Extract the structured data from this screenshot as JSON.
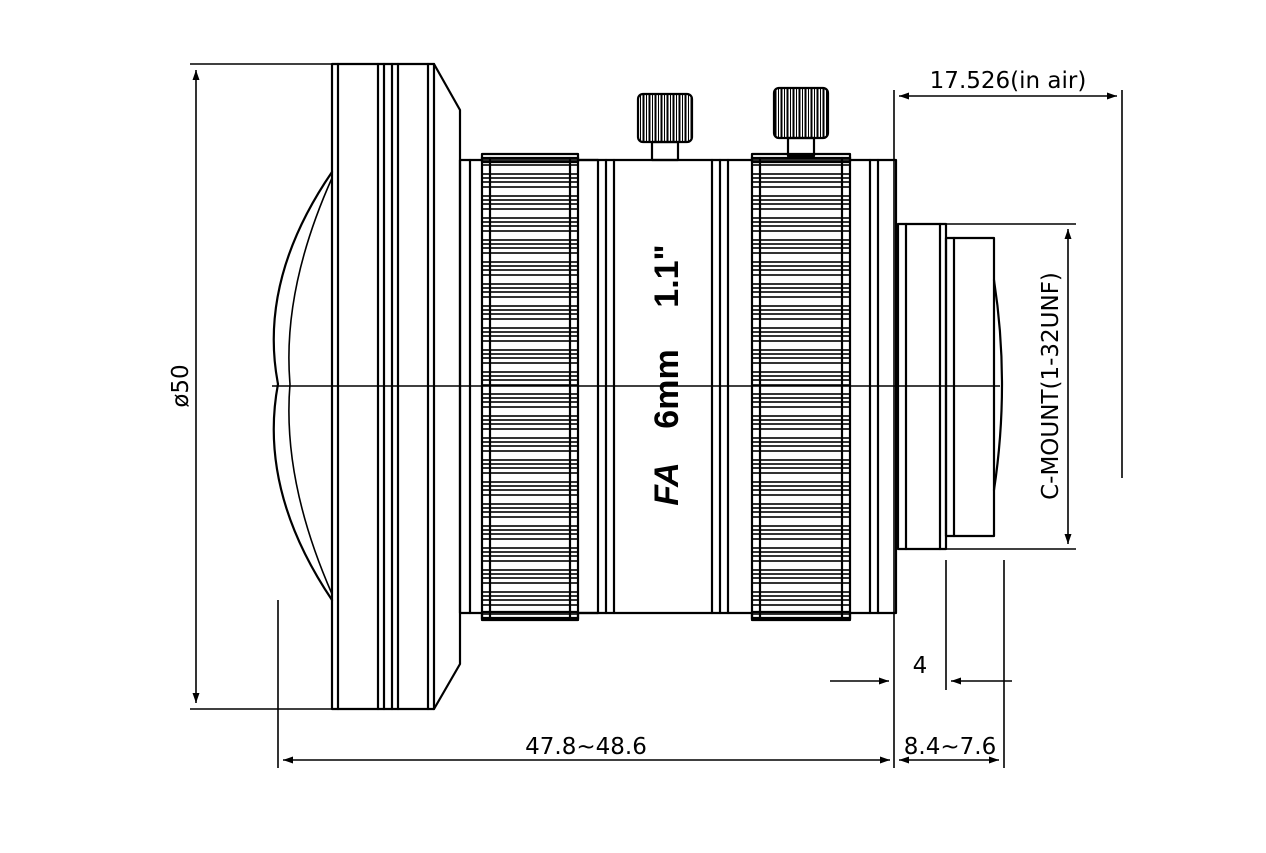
{
  "dimensions": {
    "diameter": "ø50",
    "total_length": "47.8~48.6",
    "back_focus": "8.4~7.6",
    "flange_depth": "4",
    "air_distance": "17.526(in air)",
    "mount": "C-MOUNT(1-32UNF)"
  },
  "engraving": {
    "series": "FA",
    "focal_length": "6mm",
    "format": "1.1\""
  }
}
